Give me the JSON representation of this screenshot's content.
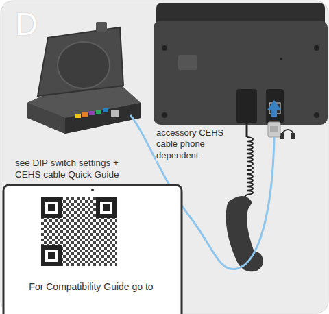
{
  "diagram": {
    "labels": [
      "D",
      "accessory CEHS cable phone dependent",
      "see DIP switch settings + CEHS cable Quick Guide",
      "For Compatibility Guide go to"
    ]
  }
}
